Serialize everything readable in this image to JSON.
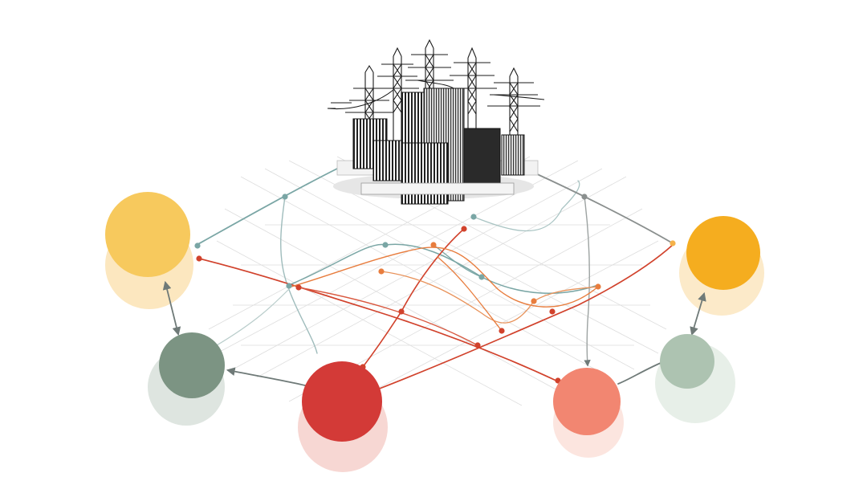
{
  "diagram": {
    "hub": {
      "icon": "power-plant-with-transmission-towers-icon"
    },
    "nodes": [
      {
        "id": "yellow-left",
        "color": "#f7c95d",
        "shadow_color": "#fbe3b4"
      },
      {
        "id": "gray-left",
        "color": "#7c9483",
        "shadow_color": "#d8e1da"
      },
      {
        "id": "red-center",
        "color": "#d33a37",
        "shadow_color": "#f6d0cb"
      },
      {
        "id": "salmon-center",
        "color": "#f28671",
        "shadow_color": "#fbe0d9"
      },
      {
        "id": "sage-right",
        "color": "#adc3b1",
        "shadow_color": "#e3ece4"
      },
      {
        "id": "amber-right",
        "color": "#f5ad1f",
        "shadow_color": "#fbe6c0"
      }
    ],
    "link_colors": {
      "teal": "#7aa6a5",
      "red": "#d1422c",
      "orange": "#e87d3e",
      "gray": "#8a8f8e",
      "grid": "#dcdcdc"
    }
  }
}
